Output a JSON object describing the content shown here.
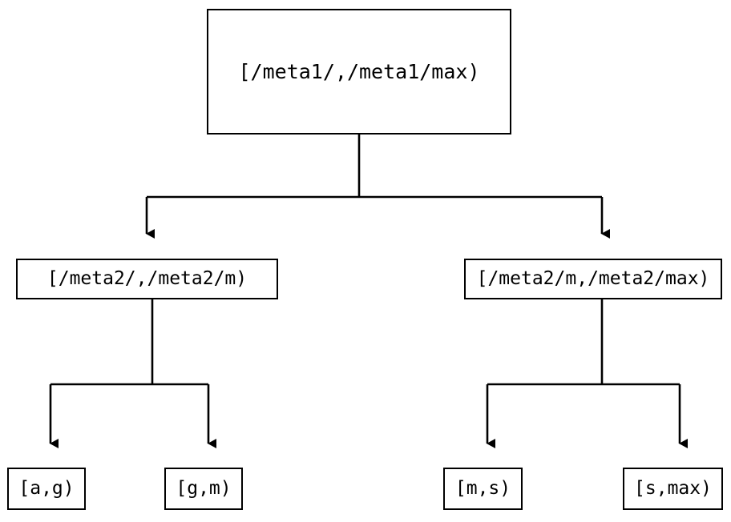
{
  "diagram": {
    "type": "binary-tree",
    "title": "",
    "background_color": "#ffffff",
    "line_color": "#000000",
    "text_color": "#000000",
    "nodes": {
      "root": {
        "label": "[/meta1/,/meta1/max)"
      },
      "level2": [
        {
          "label": "[/meta2/,/meta2/m)"
        },
        {
          "label": "[/meta2/m,/meta2/max)"
        }
      ],
      "leaves": [
        {
          "label": "[a,g)"
        },
        {
          "label": "[g,m)"
        },
        {
          "label": "[m,s)"
        },
        {
          "label": "[s,max)"
        }
      ]
    },
    "edges": [
      {
        "from": "root",
        "to": "level2.0",
        "arrow": "down"
      },
      {
        "from": "root",
        "to": "level2.1",
        "arrow": "down"
      },
      {
        "from": "level2.0",
        "to": "leaves.0",
        "arrow": "down"
      },
      {
        "from": "level2.0",
        "to": "leaves.1",
        "arrow": "down"
      },
      {
        "from": "level2.1",
        "to": "leaves.2",
        "arrow": "down"
      },
      {
        "from": "level2.1",
        "to": "leaves.3",
        "arrow": "down"
      }
    ]
  }
}
